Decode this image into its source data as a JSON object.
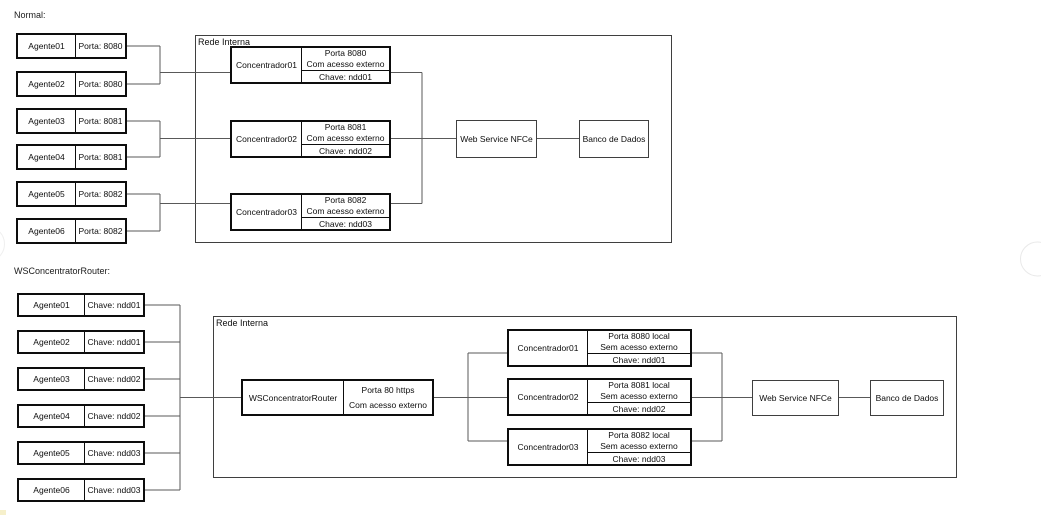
{
  "colors": {
    "background": "#ffffff",
    "border_thick": "#0d0d0d",
    "border_thin": "#3f3f3f",
    "connector_line": "#595959",
    "text": "#0d0d0d"
  },
  "diagram1": {
    "label": "Normal:",
    "network_label": "Rede Interna",
    "agents": [
      {
        "name": "Agente01",
        "value": "Porta: 8080"
      },
      {
        "name": "Agente02",
        "value": "Porta: 8080"
      },
      {
        "name": "Agente03",
        "value": "Porta: 8081"
      },
      {
        "name": "Agente04",
        "value": "Porta: 8081"
      },
      {
        "name": "Agente05",
        "value": "Porta: 8082"
      },
      {
        "name": "Agente06",
        "value": "Porta: 8082"
      }
    ],
    "concentrators": [
      {
        "name": "Concentrador01",
        "line1": "Porta 8080",
        "line2": "Com acesso externo",
        "chave": "Chave: ndd01"
      },
      {
        "name": "Concentrador02",
        "line1": "Porta 8081",
        "line2": "Com acesso externo",
        "chave": "Chave: ndd02"
      },
      {
        "name": "Concentrador03",
        "line1": "Porta 8082",
        "line2": "Com acesso externo",
        "chave": "Chave: ndd03"
      }
    ],
    "webservice": "Web Service NFCe",
    "database": "Banco de Dados"
  },
  "diagram2": {
    "label": "WSConcentratorRouter:",
    "network_label": "Rede Interna",
    "agents": [
      {
        "name": "Agente01",
        "value": "Chave: ndd01"
      },
      {
        "name": "Agente02",
        "value": "Chave: ndd01"
      },
      {
        "name": "Agente03",
        "value": "Chave: ndd02"
      },
      {
        "name": "Agente04",
        "value": "Chave: ndd02"
      },
      {
        "name": "Agente05",
        "value": "Chave: ndd03"
      },
      {
        "name": "Agente06",
        "value": "Chave: ndd03"
      }
    ],
    "router": {
      "name": "WSConcentratorRouter",
      "line1": "Porta 80 https",
      "line2": "Com acesso externo"
    },
    "concentrators": [
      {
        "name": "Concentrador01",
        "line1": "Porta 8080 local",
        "line2": "Sem acesso externo",
        "chave": "Chave: ndd01"
      },
      {
        "name": "Concentrador02",
        "line1": "Porta 8081 local",
        "line2": "Sem acesso externo",
        "chave": "Chave: ndd02"
      },
      {
        "name": "Concentrador03",
        "line1": "Porta 8082 local",
        "line2": "Sem acesso externo",
        "chave": "Chave: ndd03"
      }
    ],
    "webservice": "Web Service NFCe",
    "database": "Banco de Dados"
  }
}
